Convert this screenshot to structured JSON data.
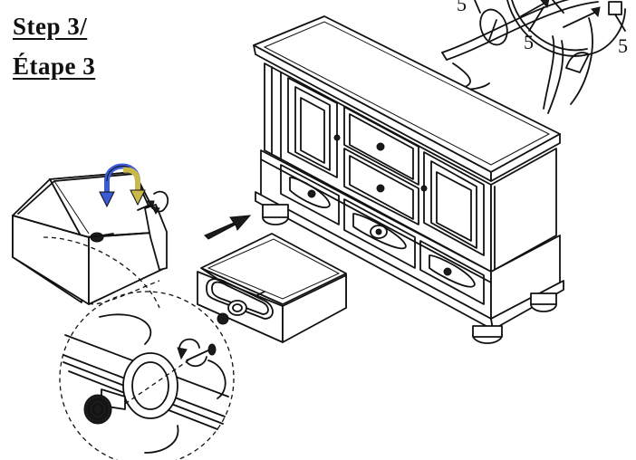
{
  "header": {
    "step_en": "Step 3/",
    "step_fr": "Étape 3"
  },
  "callouts": {
    "part_number": "5"
  },
  "colors": {
    "arrow_blue": "#3b5bd6",
    "arrow_yellow": "#c9b84a",
    "line": "#111111"
  }
}
